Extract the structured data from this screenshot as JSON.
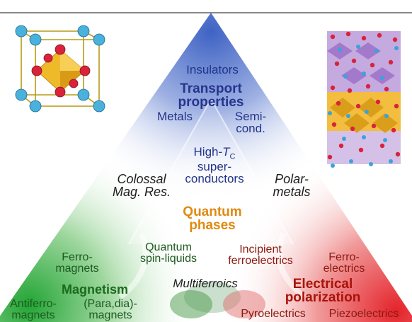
{
  "diagram": {
    "vertices": {
      "top": {
        "title": "Transport\nproperties",
        "items": [
          "Insulators",
          "Metals",
          "Semi-\ncond."
        ]
      },
      "left": {
        "title": "Magnetism",
        "items": [
          "Ferro-\nmagnets",
          "Antiferro-\nmagnets",
          "(Para,dia)-\nmagnets"
        ]
      },
      "right": {
        "title": "Electrical\npolarization",
        "items": [
          "Ferro-\nelectrics",
          "Pyroelectrics",
          "Piezoelectrics"
        ]
      }
    },
    "edges": {
      "top_left": "Colossal\nMag. Res.",
      "top_right": "Polar-\nmetals",
      "left_right": "Multiferroics"
    },
    "inner": {
      "top": {
        "prefix": "High-",
        "sym": "T",
        "sub": "C",
        "rest": "super-\nconductors"
      },
      "left": "Quantum\nspin-liquids",
      "right": "Incipient\nferroelectrics"
    },
    "center": "Quantum\nphases",
    "colors": {
      "transport": "#3f63c4",
      "magnetism": "#23a535",
      "polarization": "#e4232b",
      "center": "#e08a10"
    },
    "images": [
      "crystal-cell-illustration",
      "layered-lattice-illustration"
    ]
  }
}
